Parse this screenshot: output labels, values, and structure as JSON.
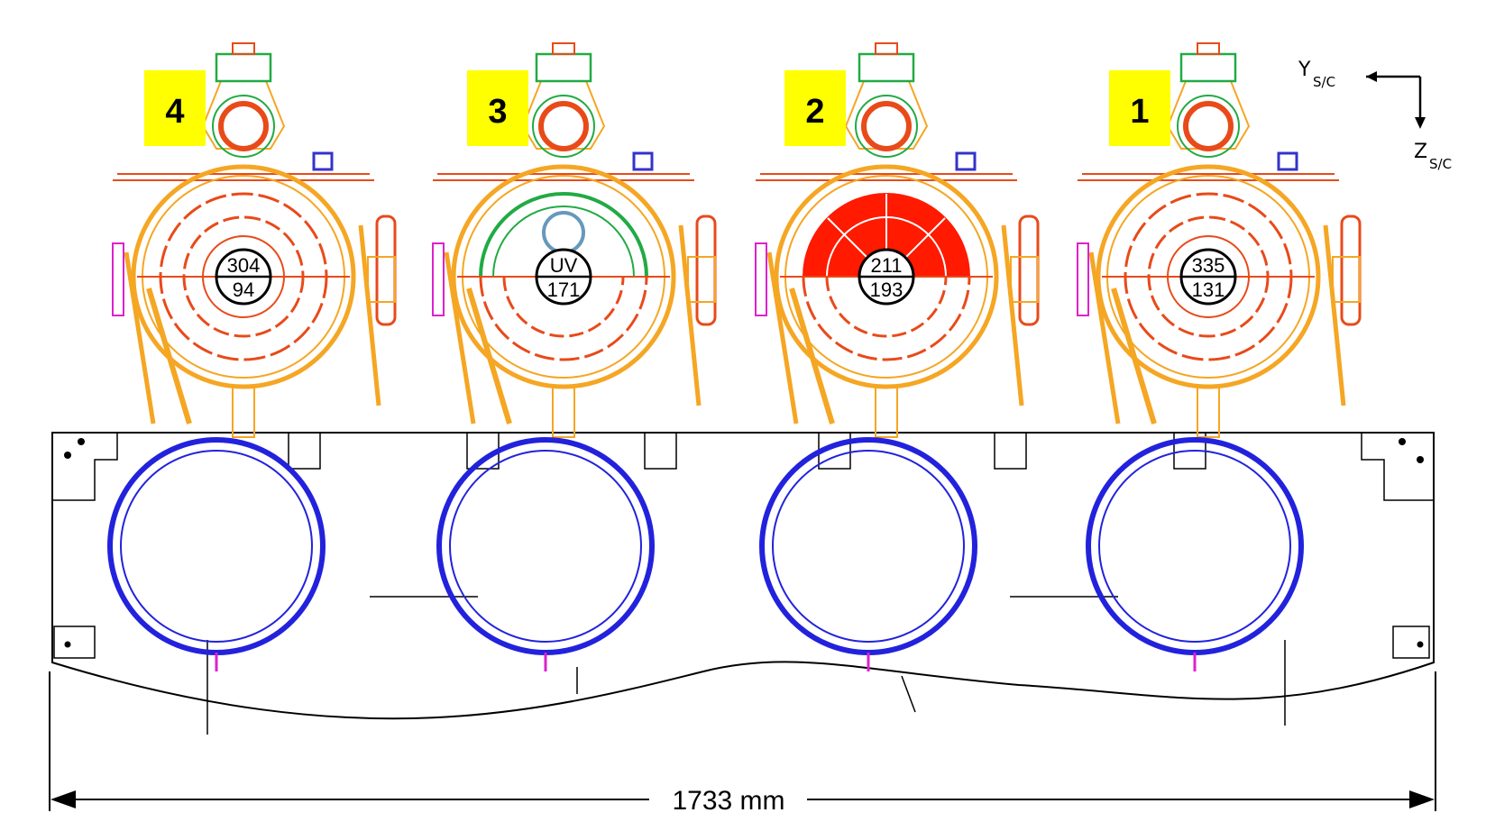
{
  "telescopes": [
    {
      "number": "4",
      "wavelength_top": "304",
      "wavelength_bottom": "94",
      "filter_color": "#e84a1a"
    },
    {
      "number": "3",
      "wavelength_top": "UV",
      "wavelength_bottom": "171",
      "filter_color": "#e84a1a"
    },
    {
      "number": "2",
      "wavelength_top": "211",
      "wavelength_bottom": "193",
      "filter_color": "#ff1a00"
    },
    {
      "number": "1",
      "wavelength_top": "335",
      "wavelength_bottom": "131",
      "filter_color": "#e84a1a"
    }
  ],
  "axes": {
    "y_label": "Y",
    "y_sub": "S/C",
    "z_label": "Z",
    "z_sub": "S/C"
  },
  "dimension": {
    "label": "1733 mm"
  },
  "colors": {
    "badge": "#ffff00",
    "housing": "#f5a623",
    "filter": "#e84a1a",
    "mount_ring": "#2222dd",
    "bracket": "#22aa44"
  }
}
